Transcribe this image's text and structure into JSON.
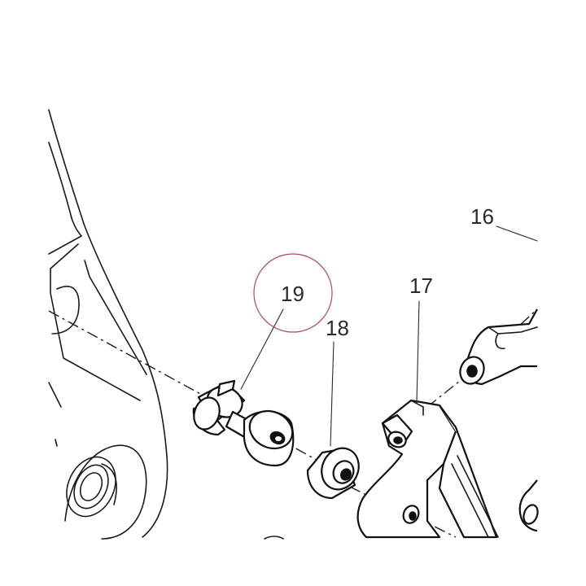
{
  "callouts": {
    "c16": "16",
    "c17": "17",
    "c18": "18",
    "c19": "19"
  },
  "highlight": {
    "target": "19",
    "color": "#b0485a"
  }
}
